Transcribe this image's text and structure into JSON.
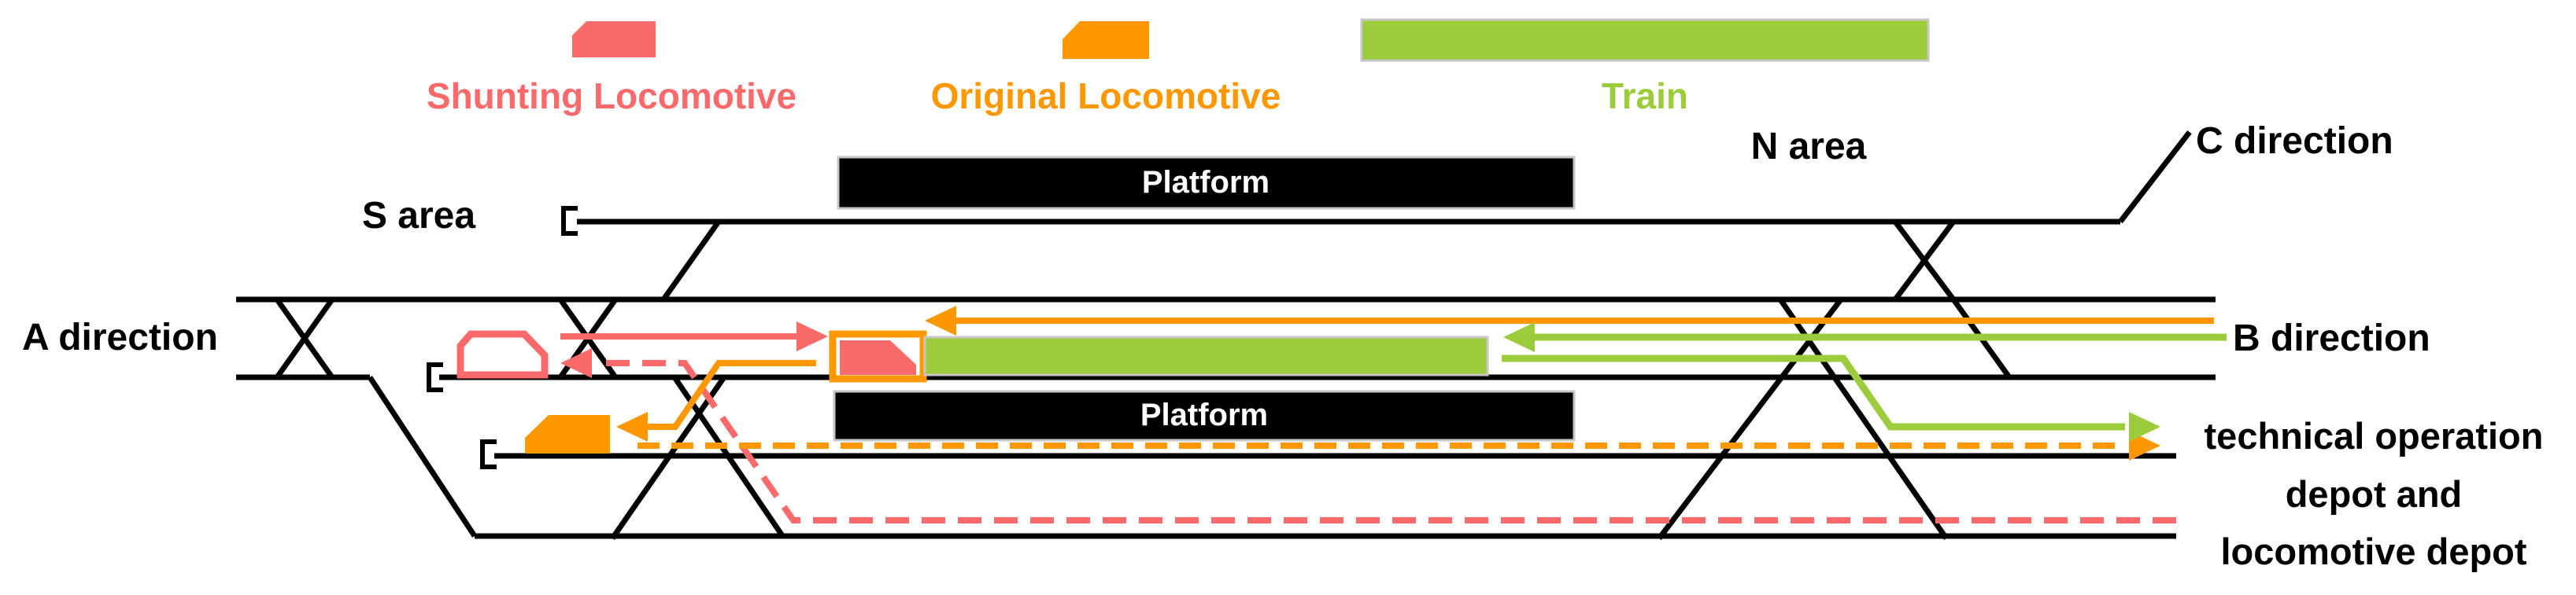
{
  "colors": {
    "pink": "#FA6A6A",
    "orange": "#FF9800",
    "green": "#9CCB3B",
    "black": "#000000",
    "gray_border": "#C6C6C6",
    "white": "#FFFFFF"
  },
  "legend": {
    "items": [
      {
        "icon": "shunting-locomotive-icon",
        "label": "Shunting Locomotive",
        "color": "#FA6A6A"
      },
      {
        "icon": "original-locomotive-icon",
        "label": "Original Locomotive",
        "color": "#FF9800"
      },
      {
        "icon": "train-bar-icon",
        "label": "Train",
        "color": "#9CCB3B"
      }
    ]
  },
  "labels": {
    "s_area": "S area",
    "n_area": "N area",
    "a_direction": "A direction",
    "b_direction": "B direction",
    "c_direction": "C direction",
    "platform_upper": "Platform",
    "platform_lower": "Platform",
    "depot": {
      "line1": "technical operation",
      "line2": "depot and",
      "line3": "locomotive depot"
    }
  },
  "elements": {
    "shunting_locomotive_waiting": "hollow pink locomotive on pocket track",
    "shunting_locomotive_coupled": "pink locomotive at train head inside orange outline",
    "original_locomotive_parked": "filled orange locomotive on siding",
    "train": "green train bar alongside platform"
  }
}
